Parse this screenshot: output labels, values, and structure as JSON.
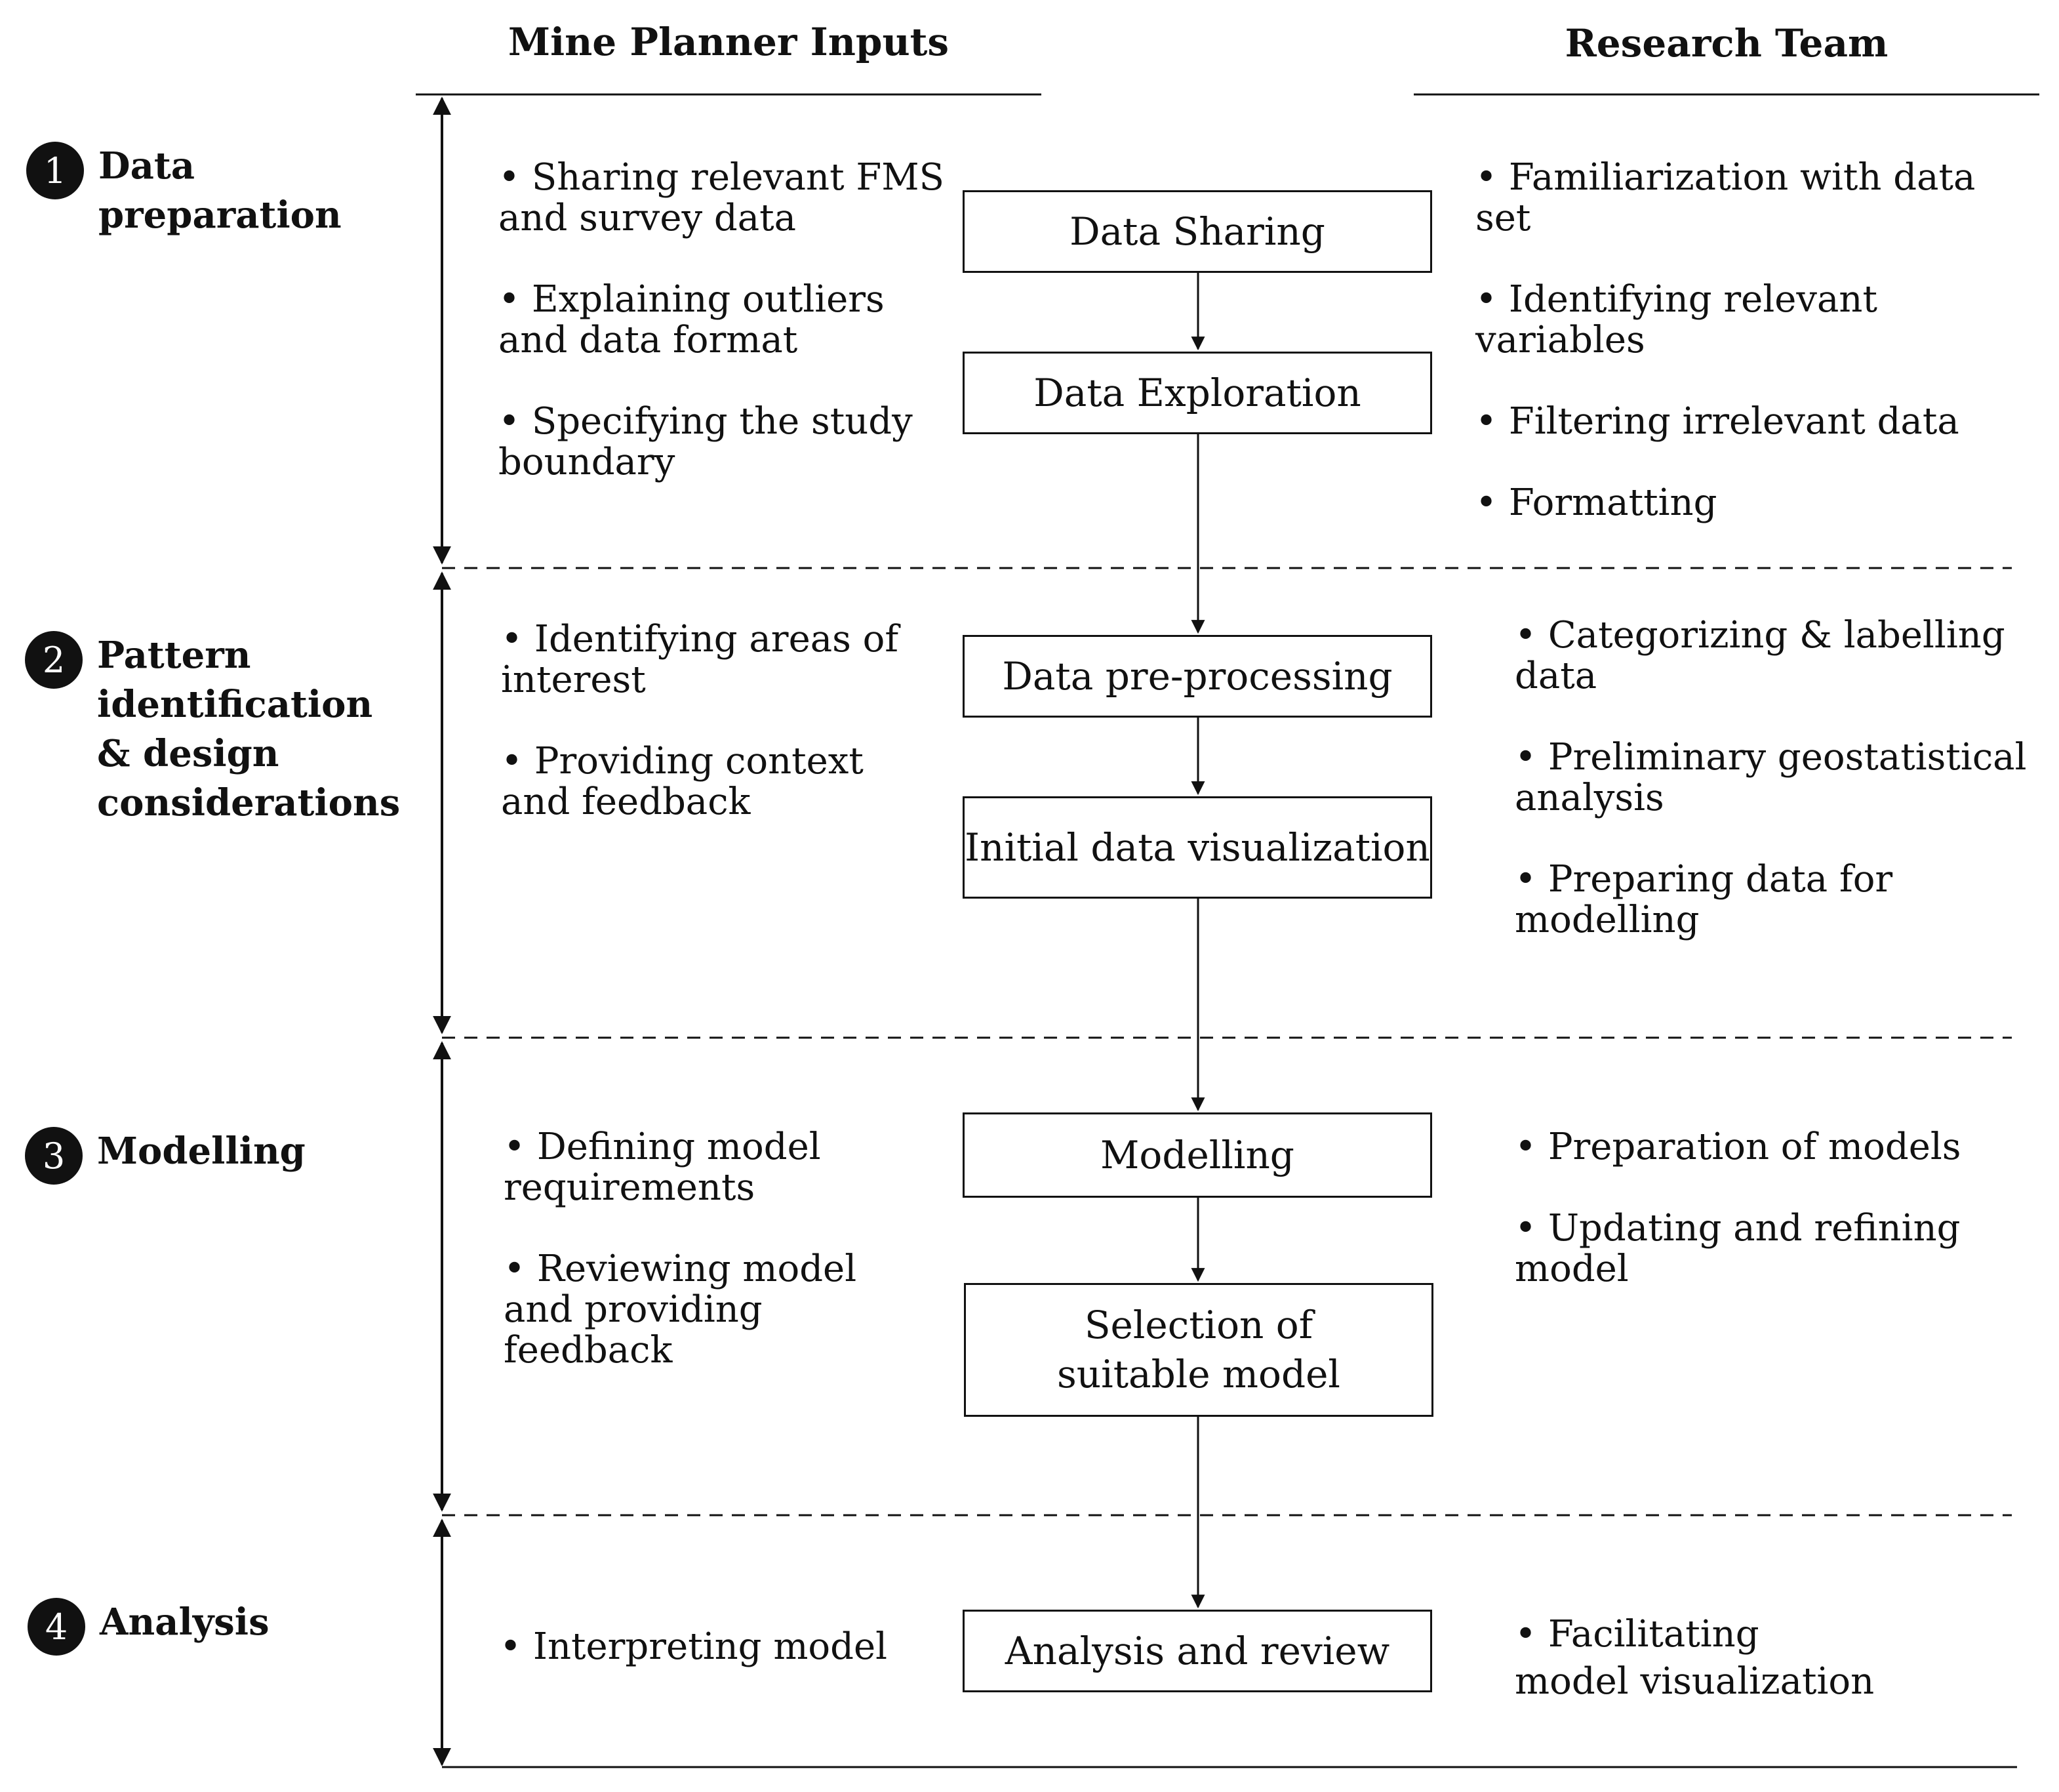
{
  "headers": {
    "left": "Mine Planner Inputs",
    "right": "Research Team"
  },
  "stages": [
    {
      "number": "1",
      "name": "Data preparation",
      "planner_inputs": [
        "• Sharing relevant FMS and survey data",
        "• Explaining outliers and data format",
        "• Specifying the study boundary"
      ],
      "process_steps": [
        "Data Sharing",
        "Data Exploration"
      ],
      "research_team": [
        "• Familiarization with data set",
        "• Identifying relevant variables",
        "• Filtering irrelevant data",
        "• Formatting"
      ]
    },
    {
      "number": "2",
      "name": "Pattern identification & design considerations",
      "planner_inputs": [
        "• Identifying areas of interest",
        "• Providing context and feedback"
      ],
      "process_steps": [
        "Data pre-processing",
        "Initial data visualization"
      ],
      "research_team": [
        "• Categorizing & labelling data",
        "• Preliminary geostatistical analysis",
        "• Preparing data for modelling"
      ]
    },
    {
      "number": "3",
      "name": "Modelling",
      "planner_inputs": [
        "• Defining model requirements",
        "• Reviewing model and providing feedback"
      ],
      "process_steps": [
        "Modelling",
        "Selection of suitable model"
      ],
      "research_team": [
        "• Preparation of models",
        "• Updating and refining model"
      ]
    },
    {
      "number": "4",
      "name": "Analysis",
      "planner_inputs": [
        "• Interpreting model"
      ],
      "process_steps": [
        "Analysis and review"
      ],
      "research_team": [
        "• Facilitating model visualization"
      ]
    }
  ]
}
